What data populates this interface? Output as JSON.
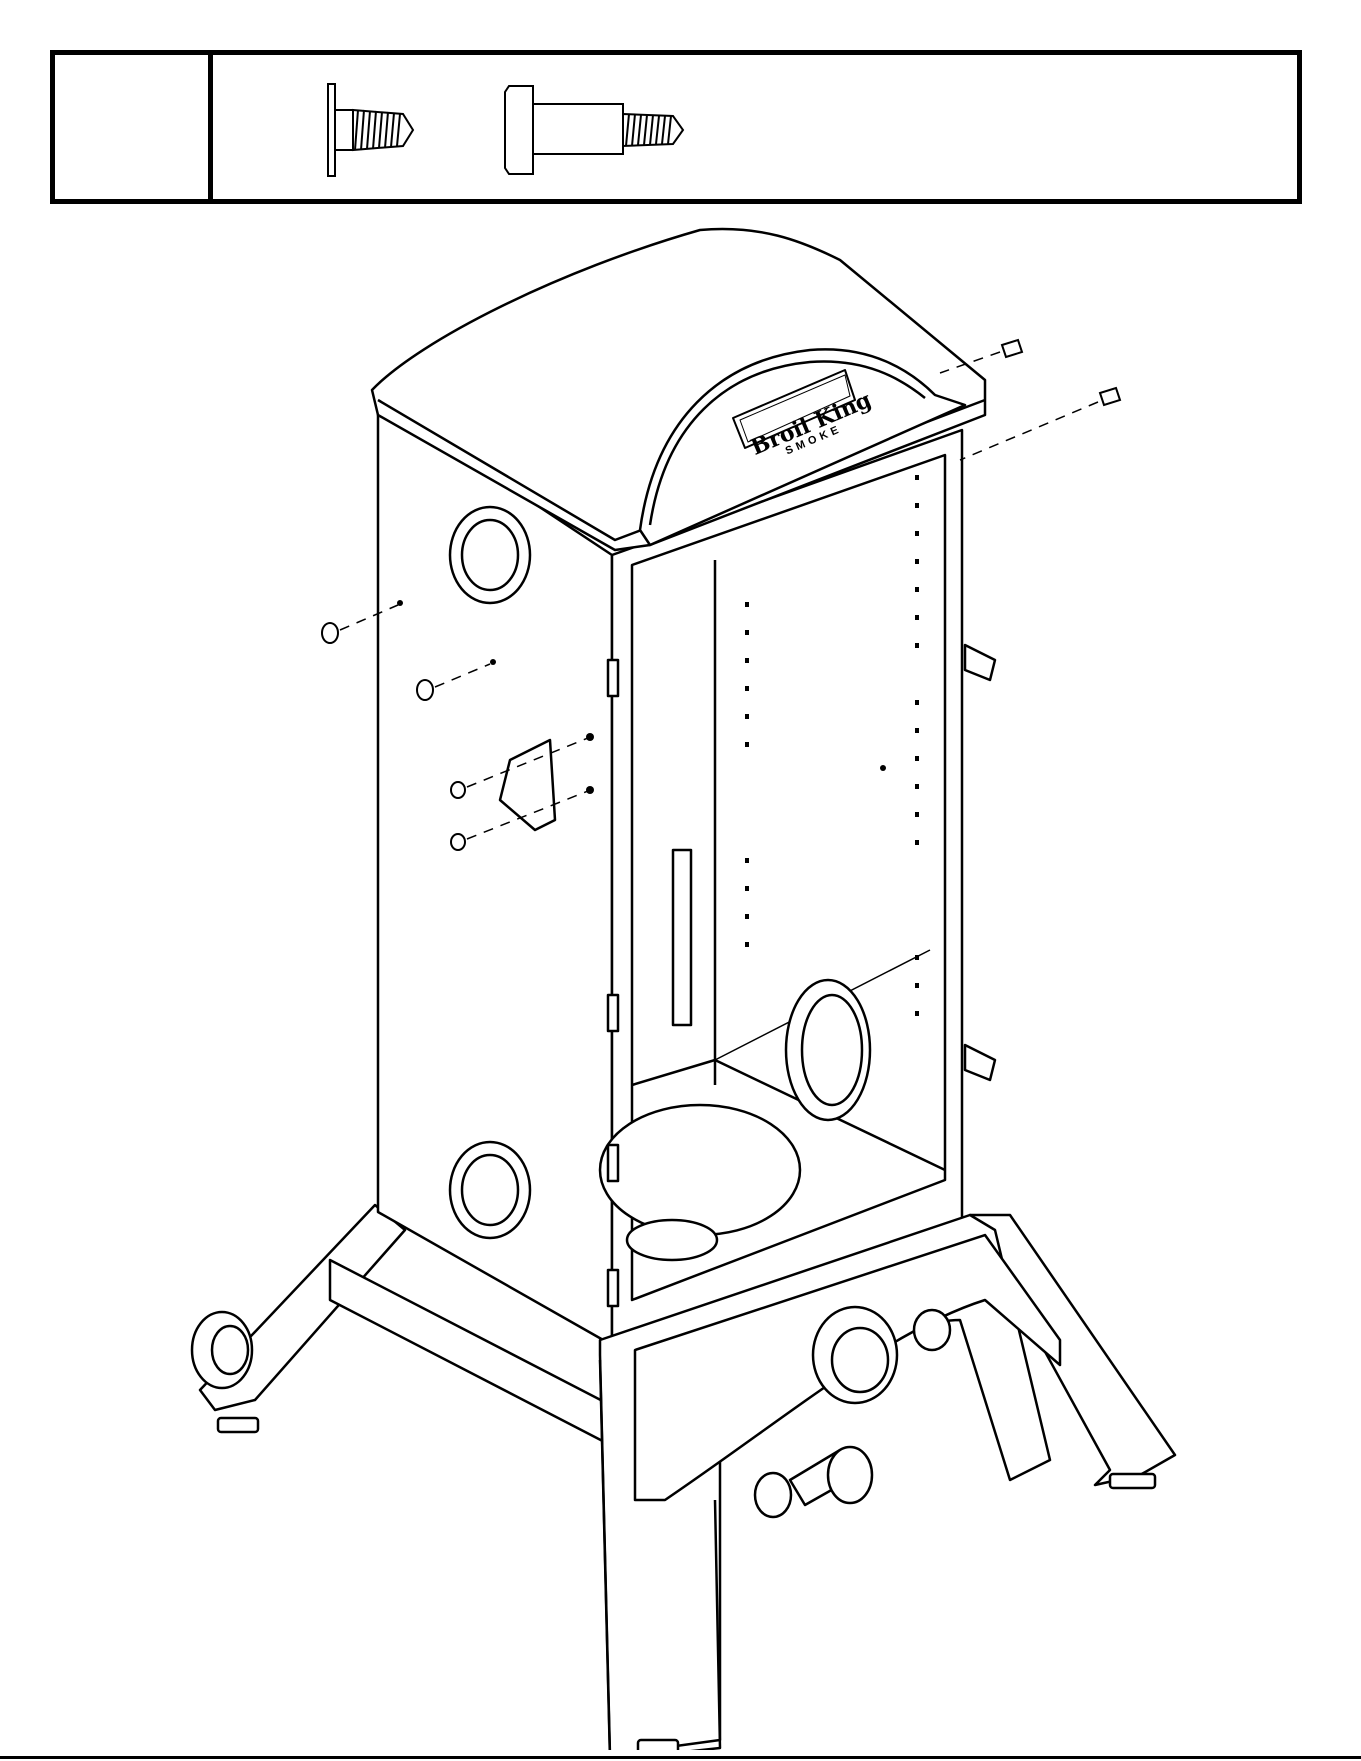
{
  "hardware_panel": {
    "step_number": "",
    "parts": [
      {
        "id": "shoulder-screw-short",
        "icon": "shoulder-screw-icon"
      },
      {
        "id": "shoulder-screw-long",
        "icon": "shoulder-bolt-icon"
      }
    ]
  },
  "illustration": {
    "logo_brand": "Broil King",
    "logo_sub": "SMOKE",
    "icon": "vertical-smoker-icon"
  },
  "colors": {
    "line": "#000000",
    "paper": "#ffffff",
    "shade": "#d9d9d9"
  }
}
